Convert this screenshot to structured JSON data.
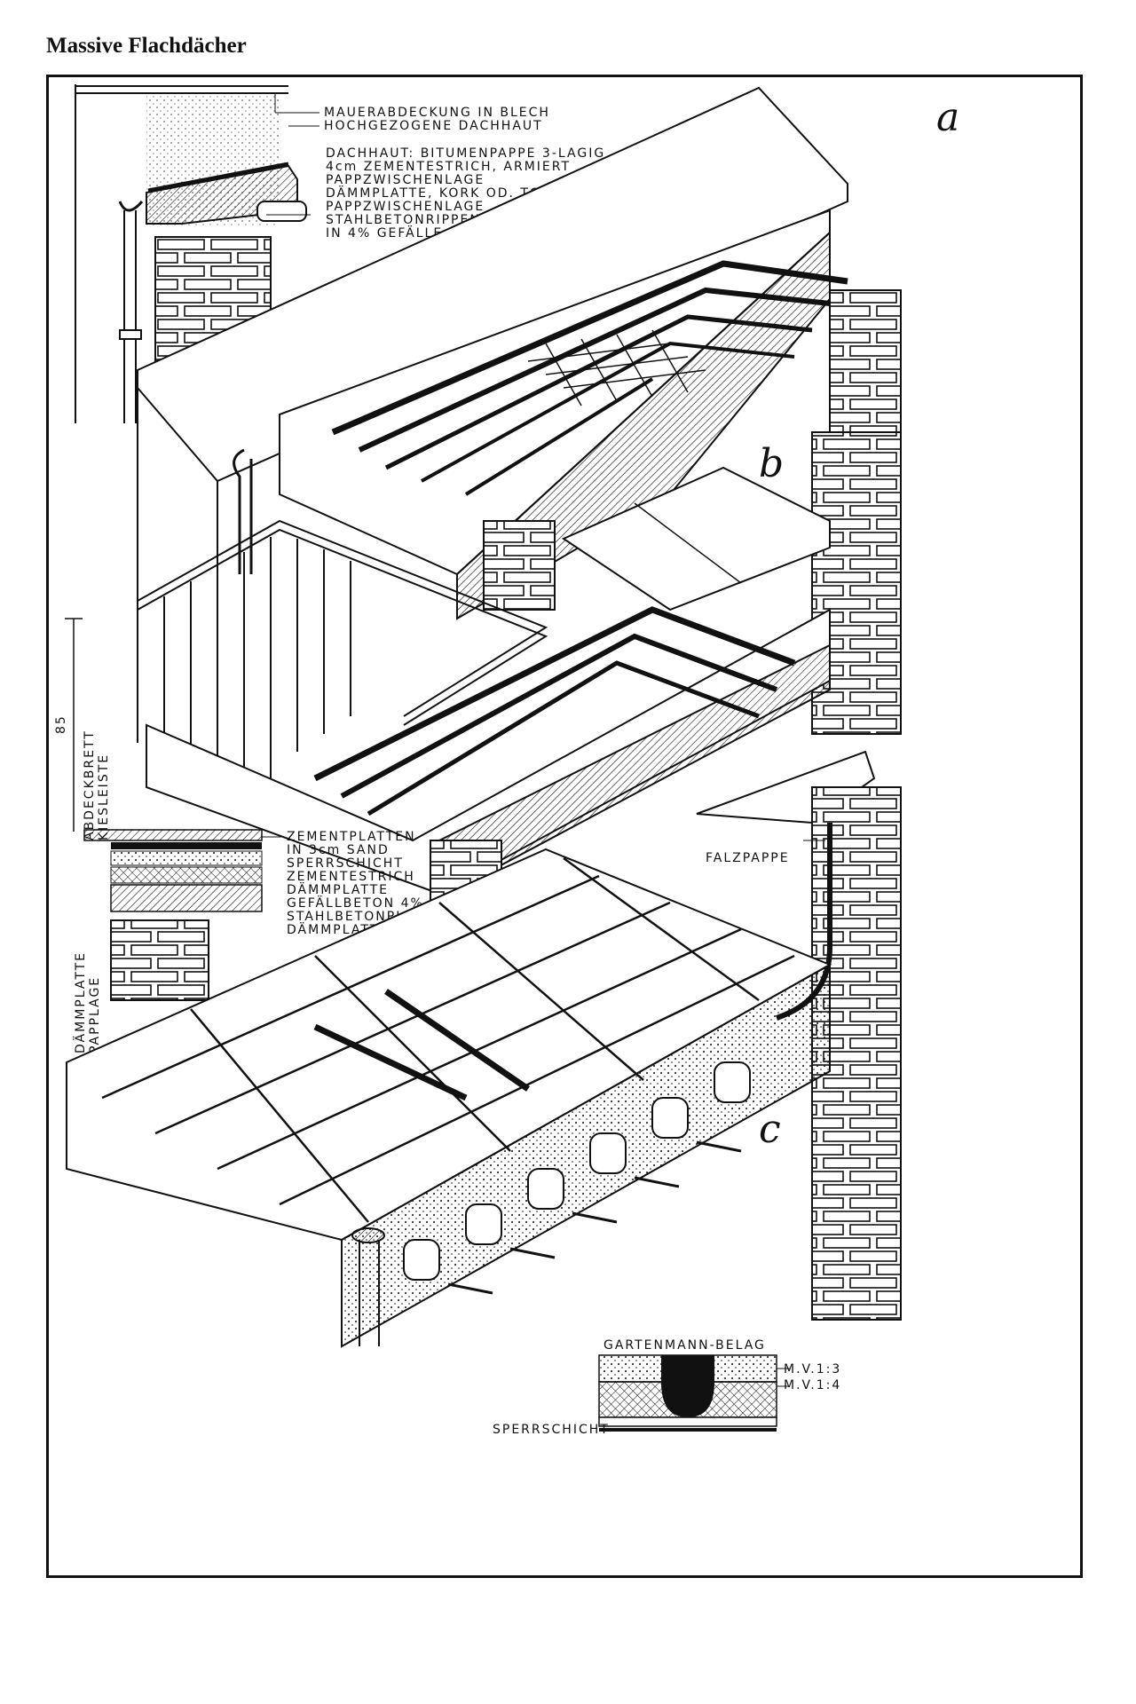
{
  "page_title": "Massive Flachdächer",
  "figures": {
    "a": {
      "letter": "a",
      "labels": [
        "MAUERABDECKUNG IN BLECH",
        "HOCHGEZOGENE DACHHAUT",
        "DACHHAUT: BITUMENPAPPE 3-LAGIG",
        "4cm ZEMENTESTRICH, ARMIERT",
        "PAPPZWISCHENLAGE",
        "DÄMMPLATTE, KORK OD. TORFOLEUM",
        "PAPPZWISCHENLAGE",
        "STAHLBETONRIPPENDECKE,",
        "IN 4% GEFÄLLE BETONIERT"
      ]
    },
    "b": {
      "letter": "b",
      "dimension": "85",
      "side_labels": [
        "ABDECKBRETT",
        "KIESLEISTE"
      ],
      "labels": [
        "ZEMENTPLATTEN",
        "IN 3cm SAND",
        "SPERRSCHICHT",
        "ZEMENTESTRICH",
        "DÄMMPLATTE",
        "GEFÄLLBETON 4%",
        "STAHLBETONPL.",
        "DÄMMPLATTE"
      ],
      "vertical_labels": [
        "DÄMMPLATTE",
        "PAPPLAGE"
      ]
    },
    "c": {
      "letter": "c",
      "labels": [
        "FALZPAPPE"
      ],
      "detail_labels": [
        "GARTENMANN-BELAG",
        "M.V.1:3",
        "M.V.1:4",
        "SPERRSCHICHT"
      ]
    }
  },
  "colors": {
    "ink": "#111111",
    "paper": "#ffffff"
  }
}
